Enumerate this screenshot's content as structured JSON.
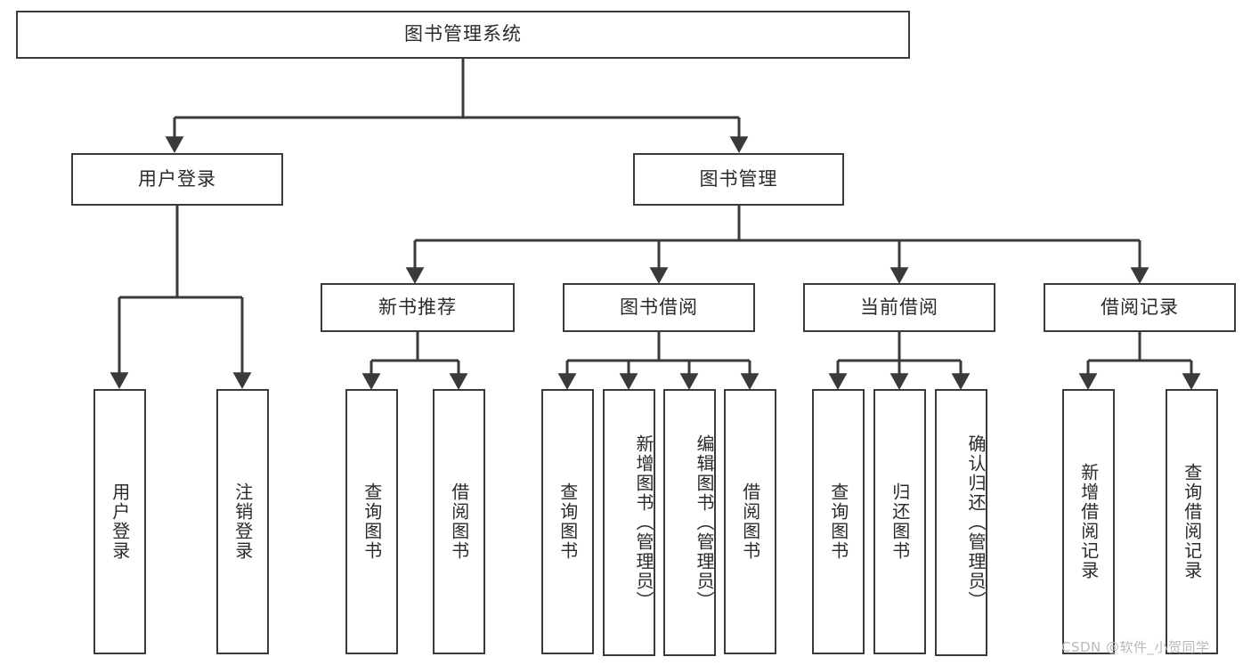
{
  "diagram": {
    "title": "图书管理系统",
    "type": "hierarchy-tree",
    "root": {
      "id": "root",
      "label": "图书管理系统"
    },
    "levels": [
      {
        "level": 1,
        "nodes": [
          {
            "id": "root",
            "label": "图书管理系统"
          }
        ]
      },
      {
        "level": 2,
        "nodes": [
          {
            "id": "user-login",
            "label": "用户登录",
            "parent": "root"
          },
          {
            "id": "book-manage",
            "label": "图书管理",
            "parent": "root"
          }
        ]
      },
      {
        "level": 3,
        "nodes": [
          {
            "id": "new-book-rec",
            "label": "新书推荐",
            "parent": "book-manage"
          },
          {
            "id": "book-borrow",
            "label": "图书借阅",
            "parent": "book-manage"
          },
          {
            "id": "current-borrow",
            "label": "当前借阅",
            "parent": "book-manage"
          },
          {
            "id": "borrow-record",
            "label": "借阅记录",
            "parent": "book-manage"
          }
        ]
      },
      {
        "level": 4,
        "nodes": [
          {
            "id": "leaf-user-login",
            "label": "用户登录",
            "parent": "user-login"
          },
          {
            "id": "leaf-user-logout",
            "label": "注销登录",
            "parent": "user-login"
          },
          {
            "id": "leaf-query-book-1",
            "label": "查询图书",
            "parent": "new-book-rec"
          },
          {
            "id": "leaf-borrow-book-1",
            "label": "借阅图书",
            "parent": "new-book-rec"
          },
          {
            "id": "leaf-query-book-2",
            "label": "查询图书",
            "parent": "book-borrow"
          },
          {
            "id": "leaf-add-book",
            "label": "新增图书（管理员）",
            "parent": "book-borrow"
          },
          {
            "id": "leaf-edit-book",
            "label": "编辑图书（管理员）",
            "parent": "book-borrow"
          },
          {
            "id": "leaf-borrow-book-2",
            "label": "借阅图书",
            "parent": "book-borrow"
          },
          {
            "id": "leaf-query-book-3",
            "label": "查询图书",
            "parent": "current-borrow"
          },
          {
            "id": "leaf-return-book",
            "label": "归还图书",
            "parent": "current-borrow"
          },
          {
            "id": "leaf-confirm-return",
            "label": "确认归还（管理员）",
            "parent": "current-borrow"
          },
          {
            "id": "leaf-add-record",
            "label": "新增借阅记录",
            "parent": "borrow-record"
          },
          {
            "id": "leaf-query-record",
            "label": "查询借阅记录",
            "parent": "borrow-record"
          }
        ]
      }
    ]
  },
  "watermark": {
    "text": "CSDN @软件_小贺同学"
  },
  "colors": {
    "border": "#3a3a3a",
    "text": "#2b2b2b",
    "background": "#ffffff",
    "watermark": "#b9b9b9"
  }
}
